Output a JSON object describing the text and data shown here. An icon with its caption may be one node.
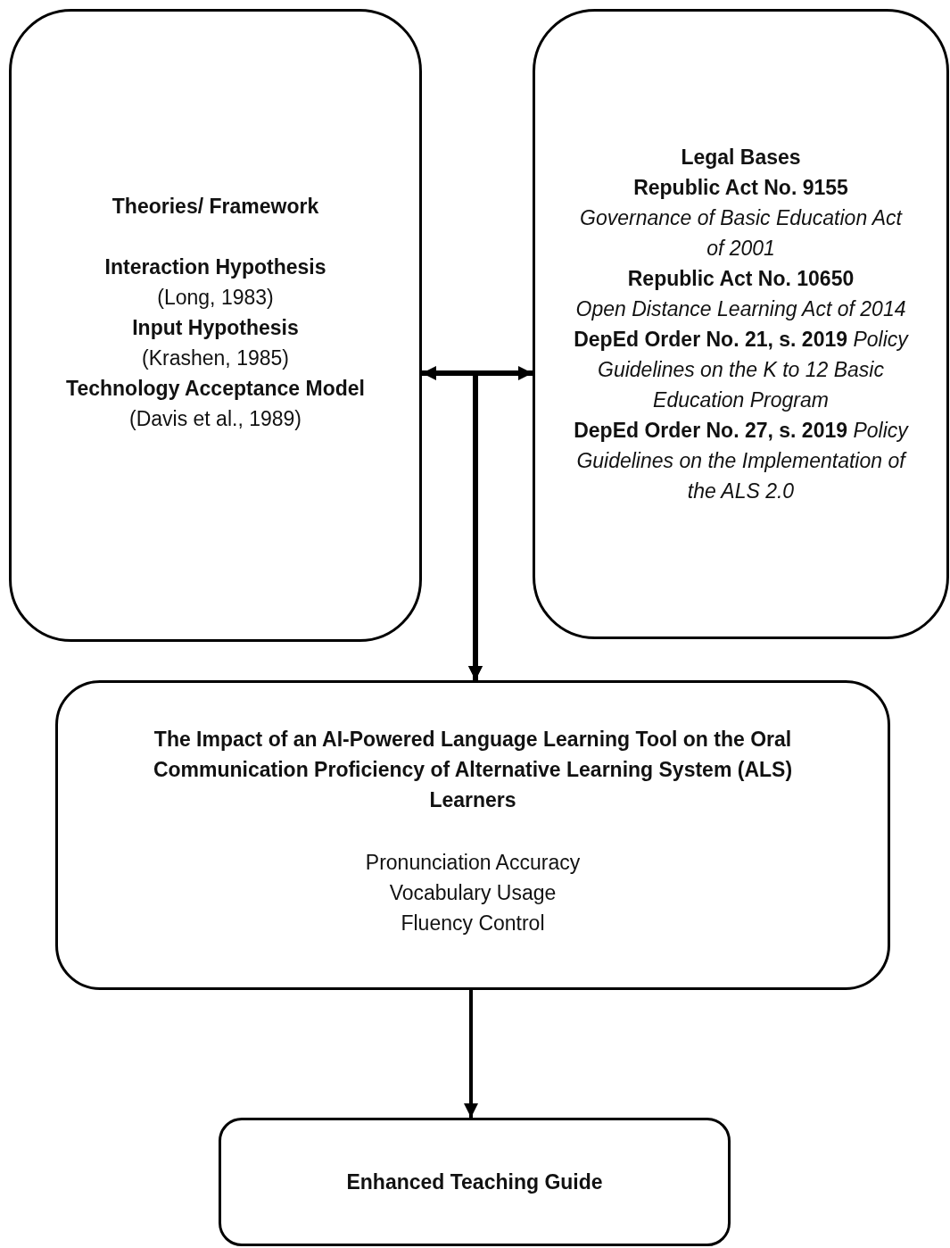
{
  "diagram": {
    "nodes": [
      {
        "text": [
          "Theories/ Framework",
          "Interaction Hypothesis",
          "(Long, 1983)",
          "Input Hypothesis",
          "(Krashen, 1985)",
          "Technology Acceptance Model",
          "(Davis et al., 1989)"
        ]
      },
      {
        "text": [
          "Legal Bases",
          "Republic Act No. 9155",
          "Governance of Basic Education Act of 2001",
          "Republic Act No. 10650",
          "Open Distance Learning Act of 2014",
          "**DepEd Order No. 21, s. 2019** *Policy Guidelines on the K to 12 Basic Education Program*",
          "**DepEd Order No. 27, s. 2019** *Policy Guidelines on the Implementation of the ALS 2.0*"
        ]
      },
      {
        "text": [
          "The Impact of an AI-Powered Language Learning Tool on the Oral Communication Proficiency of Alternative Learning System (ALS) Learners",
          "Pronunciation Accuracy",
          "Vocabulary Usage",
          "Fluency Control"
        ]
      },
      {
        "text": [
          "Enhanced Teaching Guide"
        ]
      }
    ],
    "edges": [
      {
        "from": 0,
        "to": 1,
        "arrow": "both"
      },
      {
        "from": 0,
        "to": 2,
        "arrow": "to"
      },
      {
        "from": 1,
        "to": 2,
        "arrow": "to"
      },
      {
        "from": 2,
        "to": 3,
        "arrow": "to"
      }
    ]
  }
}
